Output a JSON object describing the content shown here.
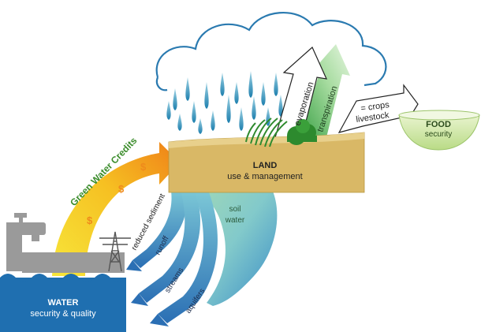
{
  "diagram": {
    "green_water_credits": "Green Water Credits",
    "land_title": "LAND",
    "land_sub": "use & management",
    "water_title": "WATER",
    "water_sub": "security & quality",
    "food_title": "FOOD",
    "food_sub": "security",
    "evaporation": "evaporation",
    "transpiration": "transpiration",
    "crops_line1": "= crops",
    "crops_line2": "livestock",
    "soil_line1": "soil",
    "soil_line2": "water",
    "reduced_sediment": "reduced sediment",
    "runoff": "runoff",
    "streams": "streams",
    "aquifers": "aquifers",
    "dollar": "$"
  },
  "colors": {
    "water_blue": "#1f6fb0",
    "land_tan": "#d9b866",
    "food_green": "#cfe6a8",
    "credit_yellow": "#f6d12a",
    "credit_orange": "#f08a1c",
    "credit_text_green": "#3a8c2a",
    "rain_blue": "#2f8fb8",
    "cloud_outline": "#2a7ab0",
    "tap_grey": "#9a9a9a"
  }
}
